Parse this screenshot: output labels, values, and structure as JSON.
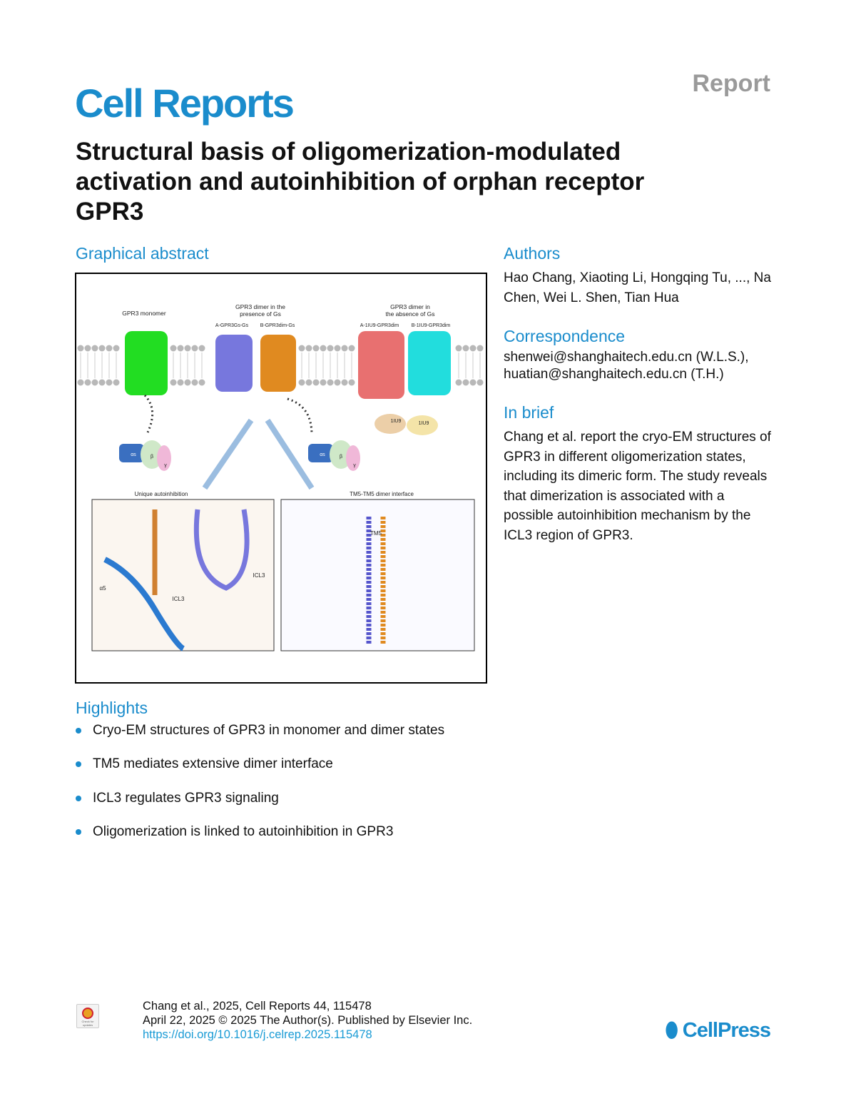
{
  "header": {
    "article_type": "Report",
    "journal": "Cell Reports",
    "title": "Structural basis of oligomerization-modulated activation and autoinhibition of orphan receptor GPR3"
  },
  "graphical_abstract": {
    "heading": "Graphical abstract",
    "labels": {
      "monomer": "GPR3 monomer",
      "dimer_gs_1": "GPR3 dimer in the",
      "dimer_gs_2": "presence of Gs",
      "dimer_nogs_1": "GPR3 dimer in",
      "dimer_nogs_2": "the absence of Gs",
      "a_gs": "A-GPR3Gs-Gs",
      "b_gs": "B-GPR3dim-Gs",
      "a_1iu9": "A-1IU9-GPR3dim",
      "b_1iu9": "B-1IU9-GPR3dim",
      "nb1": "1IU9",
      "nb2": "1IU9",
      "alpha_s": "αs",
      "beta": "β",
      "gamma": "γ",
      "alpha_s2": "αs",
      "beta2": "β",
      "gamma2": "γ",
      "panel1": "Unique autoinhibition",
      "panel2": "TM5-TM5 dimer interface",
      "a5": "α5",
      "icl3a": "ICL3",
      "icl3b": "ICL3",
      "tm5": "TM5"
    }
  },
  "authors": {
    "heading": "Authors",
    "text": "Hao Chang, Xiaoting Li, Hongqing Tu, ..., Na Chen, Wei L. Shen, Tian Hua"
  },
  "correspondence": {
    "heading": "Correspondence",
    "line1": "shenwei@shanghaitech.edu.cn (W.L.S.),",
    "line2": "huatian@shanghaitech.edu.cn (T.H.)"
  },
  "in_brief": {
    "heading": "In brief",
    "text": "Chang et al. report the cryo-EM structures of GPR3 in different oligomerization states, including its dimeric form. The study reveals that dimerization is associated with a possible autoinhibition mechanism by the ICL3 region of GPR3."
  },
  "highlights": {
    "heading": "Highlights",
    "items": [
      "Cryo-EM structures of GPR3 in monomer and dimer states",
      "TM5 mediates extensive dimer interface",
      "ICL3 regulates GPR3 signaling",
      "Oligomerization is linked to autoinhibition in GPR3"
    ]
  },
  "footer": {
    "citation": "Chang et al., 2025, Cell Reports 44, 115478",
    "date_line": "April 22, 2025 © 2025 The Author(s). Published by Elsevier Inc.",
    "doi": "https://doi.org/10.1016/j.celrep.2025.115478",
    "check_updates": "Check for updates",
    "publisher": "CellPress"
  },
  "colors": {
    "accent": "#1a8ccc",
    "monomer": "#22dd22",
    "dimerA": "#7777dd",
    "dimerB": "#e08a20",
    "red": "#e87070",
    "cyan": "#22dddd"
  }
}
